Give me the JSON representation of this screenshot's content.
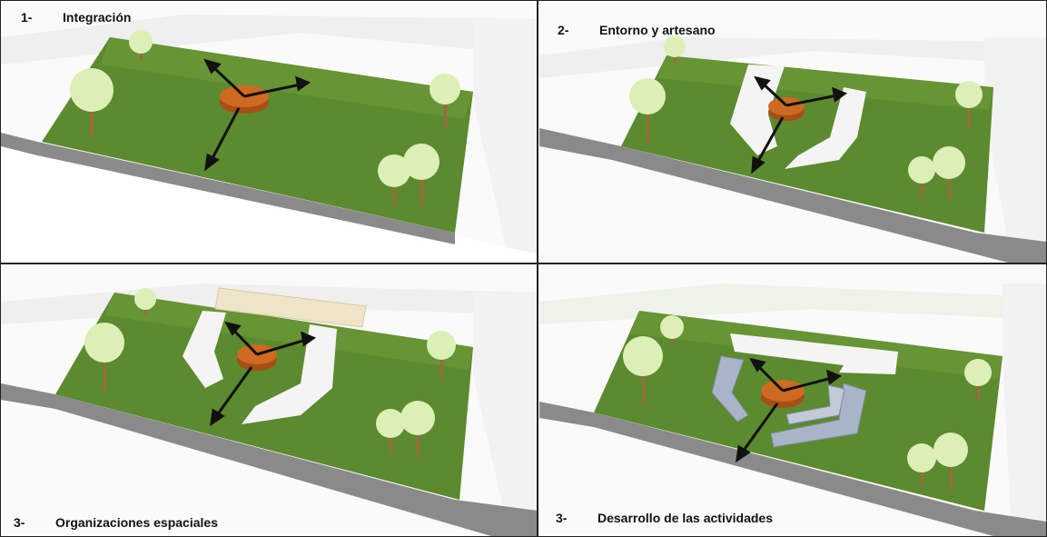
{
  "panels": [
    {
      "number": "1-",
      "title": "Integración"
    },
    {
      "number": "2-",
      "title": "Entorno y artesano"
    },
    {
      "number": "3-",
      "title": "Organizaciones espaciales"
    },
    {
      "number": "3-",
      "title": "Desarrollo de las actividades"
    }
  ],
  "colors": {
    "grass": "#5c8a2e",
    "grass_light": "#7aab3c",
    "road": "#8a8a8a",
    "plinth": "#c8651e",
    "building_white": "#f4f4f4",
    "building_blue": "#a9b4c8",
    "wood_block": "#efe4c6",
    "tree_canopy": "#dcefb7",
    "tree_trunk": "#9c6b3c"
  }
}
